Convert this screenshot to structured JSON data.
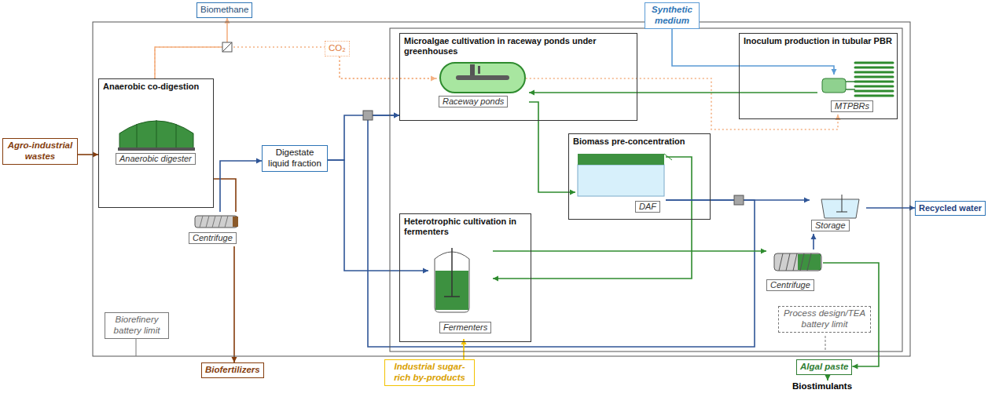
{
  "diagram": {
    "nodes": [
      {
        "text": [
          "Biomethane"
        ]
      },
      {
        "text": [
          "Agro-industrial wastes"
        ]
      },
      {
        "text": [
          "Anaerobic co-digestion"
        ]
      },
      {
        "text": [
          "Anaerobic digester"
        ],
        "in": 2
      },
      {
        "text": [
          "Centrifuge"
        ]
      },
      {
        "text": [
          "Digestate liquid fraction"
        ]
      },
      {
        "text": [
          "CO₂"
        ]
      },
      {
        "text": [
          "Microalgae cultivation in raceway ponds under greenhouses"
        ]
      },
      {
        "text": [
          "Raceway ponds"
        ],
        "in": 7
      },
      {
        "text": [
          "Inoculum production in tubular PBR"
        ]
      },
      {
        "text": [
          "MTPBRs"
        ],
        "in": 9
      },
      {
        "text": [
          "Synthetic medium"
        ]
      },
      {
        "text": [
          "Biomass pre-concentration"
        ]
      },
      {
        "text": [
          "DAF"
        ],
        "in": 12
      },
      {
        "text": [
          "Heterotrophic cultivation in fermenters"
        ]
      },
      {
        "text": [
          "Fermenters"
        ],
        "in": 14
      },
      {
        "text": [
          "Storage"
        ]
      },
      {
        "text": [
          "Recycled water"
        ]
      },
      {
        "text": [
          "Centrifuge"
        ]
      },
      {
        "text": [
          "Process design/TEA battery limit"
        ]
      },
      {
        "text": [
          "Biorefinery battery limit"
        ]
      },
      {
        "text": [
          "Biofertilizers"
        ]
      },
      {
        "text": [
          "Industrial sugar-rich by-products"
        ]
      },
      {
        "text": [
          "Algal paste"
        ]
      },
      {
        "text": [
          "Biostimulants"
        ]
      }
    ],
    "edges": [
      {
        "from": 1,
        "to": 2,
        "arrow": "to"
      },
      {
        "from": 2,
        "to": 0,
        "arrow": "to"
      },
      {
        "from": 2,
        "to": 6,
        "arrow": "none"
      },
      {
        "from": 6,
        "to": 8,
        "arrow": "to"
      },
      {
        "from": 6,
        "to": 10,
        "arrow": "to"
      },
      {
        "from": 2,
        "to": 4,
        "arrow": "none"
      },
      {
        "from": 4,
        "to": 5,
        "arrow": "to"
      },
      {
        "from": 4,
        "to": 21,
        "arrow": "to"
      },
      {
        "from": 5,
        "to": 7,
        "arrow": "to"
      },
      {
        "from": 5,
        "to": 15,
        "arrow": "to"
      },
      {
        "from": 10,
        "to": 8,
        "arrow": "to"
      },
      {
        "from": 8,
        "to": 13,
        "arrow": "to"
      },
      {
        "from": 13,
        "to": 15,
        "arrow": "to"
      },
      {
        "from": 13,
        "to": 16,
        "arrow": "to"
      },
      {
        "from": 13,
        "to": 7,
        "arrow": "to"
      },
      {
        "from": 11,
        "to": 10,
        "arrow": "to"
      },
      {
        "from": 22,
        "to": 15,
        "arrow": "to"
      },
      {
        "from": 15,
        "to": 18,
        "arrow": "to"
      },
      {
        "from": 18,
        "to": 16,
        "arrow": "to"
      },
      {
        "from": 18,
        "to": 23,
        "arrow": "to"
      },
      {
        "from": 23,
        "to": 24,
        "arrow": "to"
      },
      {
        "from": 16,
        "to": 17,
        "arrow": "to"
      }
    ]
  }
}
